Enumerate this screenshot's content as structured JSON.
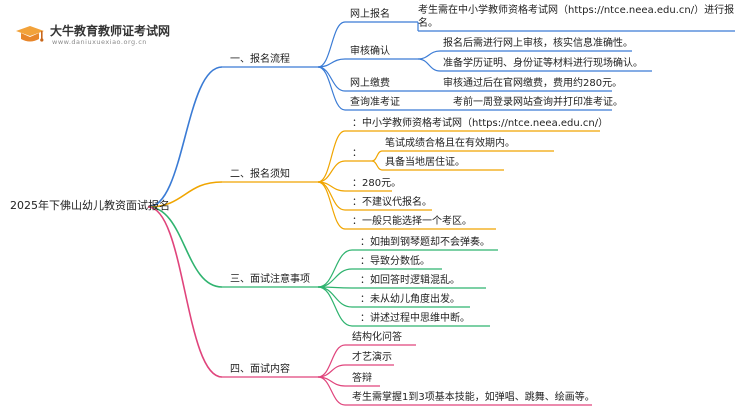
{
  "logo": {
    "name": "大牛教育教师证考试网",
    "url_text": "www.daniuxuexiao.org.cn"
  },
  "root": "2025年下佛山幼儿教资面试报名",
  "branches": [
    {
      "label": "一、报名流程",
      "color": "#3a7bd5",
      "children": [
        {
          "label": "网上报名",
          "detail_lines": [
            "考生需在中小学教师资格考试网（https://ntce.neea.edu.cn/）进行报",
            "名。"
          ]
        },
        {
          "label": "审核确认",
          "details": [
            "报名后需进行网上审核，核实信息准确性。",
            "准备学历证明、身份证等材料进行现场确认。"
          ]
        },
        {
          "label": "网上缴费",
          "details": [
            "审核通过后在官网缴费，费用约280元。"
          ]
        },
        {
          "label": "查询准考证",
          "details": [
            "考前一周登录网站查询并打印准考证。"
          ]
        }
      ]
    },
    {
      "label": "二、报名须知",
      "color": "#f0a500",
      "children": [
        {
          "label": "：中小学教师资格考试网（https://ntce.neea.edu.cn/）"
        },
        {
          "label": "：",
          "details": [
            "笔试成绩合格且在有效期内。",
            "具备当地居住证。"
          ]
        },
        {
          "label": "：280元。"
        },
        {
          "label": "：不建议代报名。"
        },
        {
          "label": "：一般只能选择一个考区。"
        }
      ]
    },
    {
      "label": "三、面试注意事项",
      "color": "#2fb36f",
      "children": [
        {
          "label": "：如抽到钢琴题却不会弹奏。"
        },
        {
          "label": "：导致分数低。"
        },
        {
          "label": "：如回答时逻辑混乱。"
        },
        {
          "label": "：未从幼儿角度出发。"
        },
        {
          "label": "：讲述过程中思维中断。"
        }
      ]
    },
    {
      "label": "四、面试内容",
      "color": "#e0447c",
      "children": [
        {
          "label": "结构化问答"
        },
        {
          "label": "才艺演示"
        },
        {
          "label": "答辩"
        },
        {
          "label": "考生需掌握1到3项基本技能，如弹唱、跳舞、绘画等。"
        }
      ]
    }
  ]
}
